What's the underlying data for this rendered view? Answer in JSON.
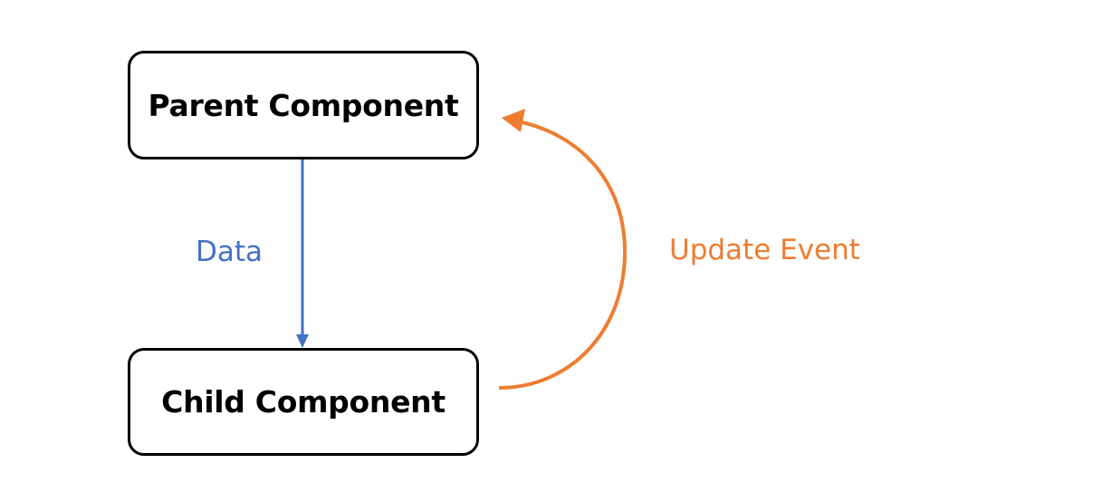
{
  "nodes": {
    "parent": {
      "label": "Parent Component"
    },
    "child": {
      "label": "Child Component"
    }
  },
  "edges": {
    "data": {
      "label": "Data",
      "color": "#4472C4"
    },
    "update": {
      "label": "Update Event",
      "color": "#ED7D31"
    }
  }
}
